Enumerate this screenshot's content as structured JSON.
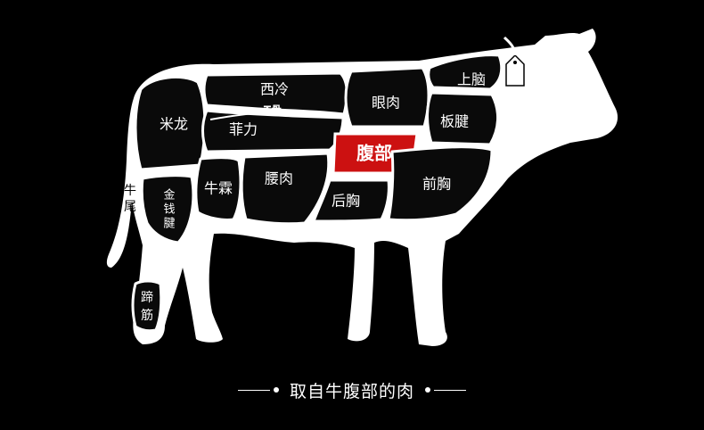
{
  "diagram": {
    "cuts": {
      "xi_leng": "西冷",
      "t_bone": "T骨",
      "mi_long": "米龙",
      "fei_li": "菲力",
      "yan_rou": "眼肉",
      "shang_nao": "上脑",
      "ban_jian": "板腱",
      "fu_bu": "腹部",
      "yao_rou": "腰肉",
      "niu_lin": "牛霖",
      "jin_qian_jian": [
        "金",
        "钱",
        "腱"
      ],
      "hou_xiong": "后胸",
      "qian_xiong": "前胸",
      "niu_wei": [
        "牛",
        "尾"
      ],
      "ti_jin": [
        "蹄",
        "筋"
      ]
    },
    "highlight_color": "#cc1111"
  },
  "caption": {
    "text": "取自牛腹部的肉"
  }
}
